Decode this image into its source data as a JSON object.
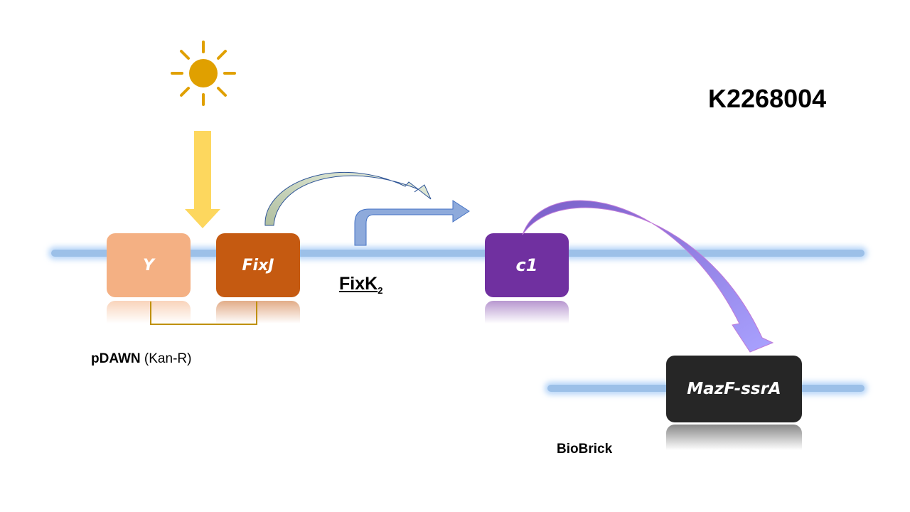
{
  "title": "K2268004",
  "genes": {
    "y": "Y",
    "fixj": "FixJ",
    "c1": "c1",
    "mazf": "MazF-ssrA"
  },
  "promoter": {
    "name": "FixK",
    "subscript": "2"
  },
  "labels": {
    "plasmid_bold": "pDAWN",
    "plasmid_rest": " (Kan-R)",
    "biobrick": "BioBrick"
  },
  "colors": {
    "sun": "#e0a000",
    "light_arrow": "#fdd75e",
    "y_box": "#f4b083",
    "fixj_box": "#c55a11",
    "c1_box": "#7030a0",
    "mazf_box": "#262626",
    "dna": "#9cc0e8",
    "promoter_arrow": "#8eaadb",
    "bracket": "#bf9000",
    "repression_arrow": "#a08af0"
  }
}
